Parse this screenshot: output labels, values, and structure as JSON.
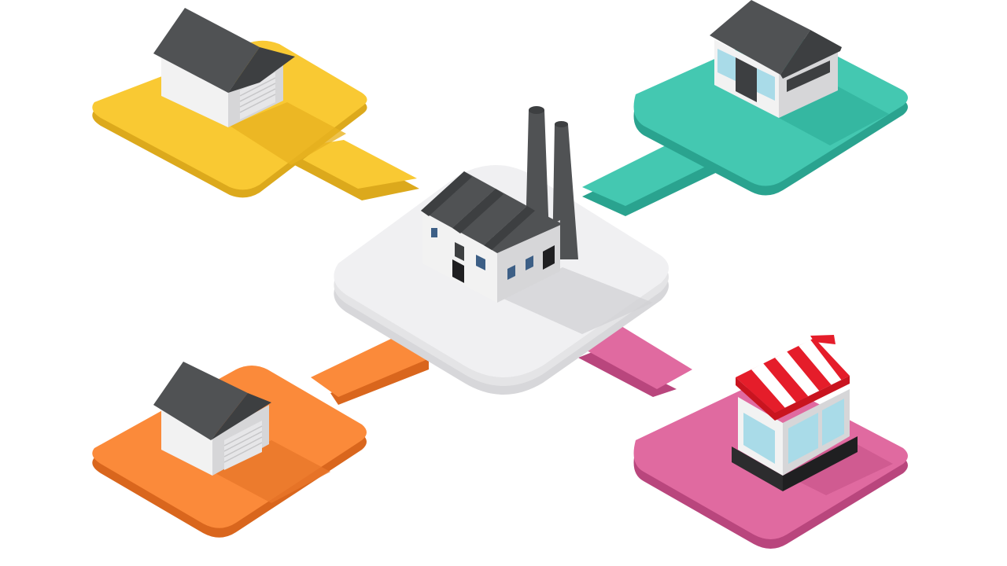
{
  "diagram": {
    "type": "isometric-distribution-network",
    "hub": {
      "icon": "factory-icon",
      "platform_color": "#f0f0f2",
      "platform_side_color": "#d7d7da"
    },
    "nodes": [
      {
        "id": "warehouse-top-left",
        "icon": "warehouse-icon",
        "color": "#f9c933",
        "side_color": "#dca91c",
        "shadow_color": "#e9b321"
      },
      {
        "id": "distribution-center-top-right",
        "icon": "distribution-center-icon",
        "color": "#44c8b1",
        "side_color": "#2aa38f",
        "shadow_color": "#32b39d"
      },
      {
        "id": "warehouse-bottom-left",
        "icon": "warehouse-icon",
        "color": "#fb8a3a",
        "side_color": "#d9661d",
        "shadow_color": "#e8772b"
      },
      {
        "id": "retail-store-bottom-right",
        "icon": "store-icon",
        "color": "#e06aa0",
        "side_color": "#b9467d",
        "shadow_color": "#cc578d"
      }
    ],
    "building_colors": {
      "roof": "#505254",
      "roof_dark": "#3d3f41",
      "wall_light": "#f2f2f2",
      "wall_shade": "#d6d6d8",
      "window": "#3d5f86",
      "awning_red": "#e51d2a",
      "awning_white": "#ffffff",
      "glass": "#a9dbe8"
    }
  }
}
